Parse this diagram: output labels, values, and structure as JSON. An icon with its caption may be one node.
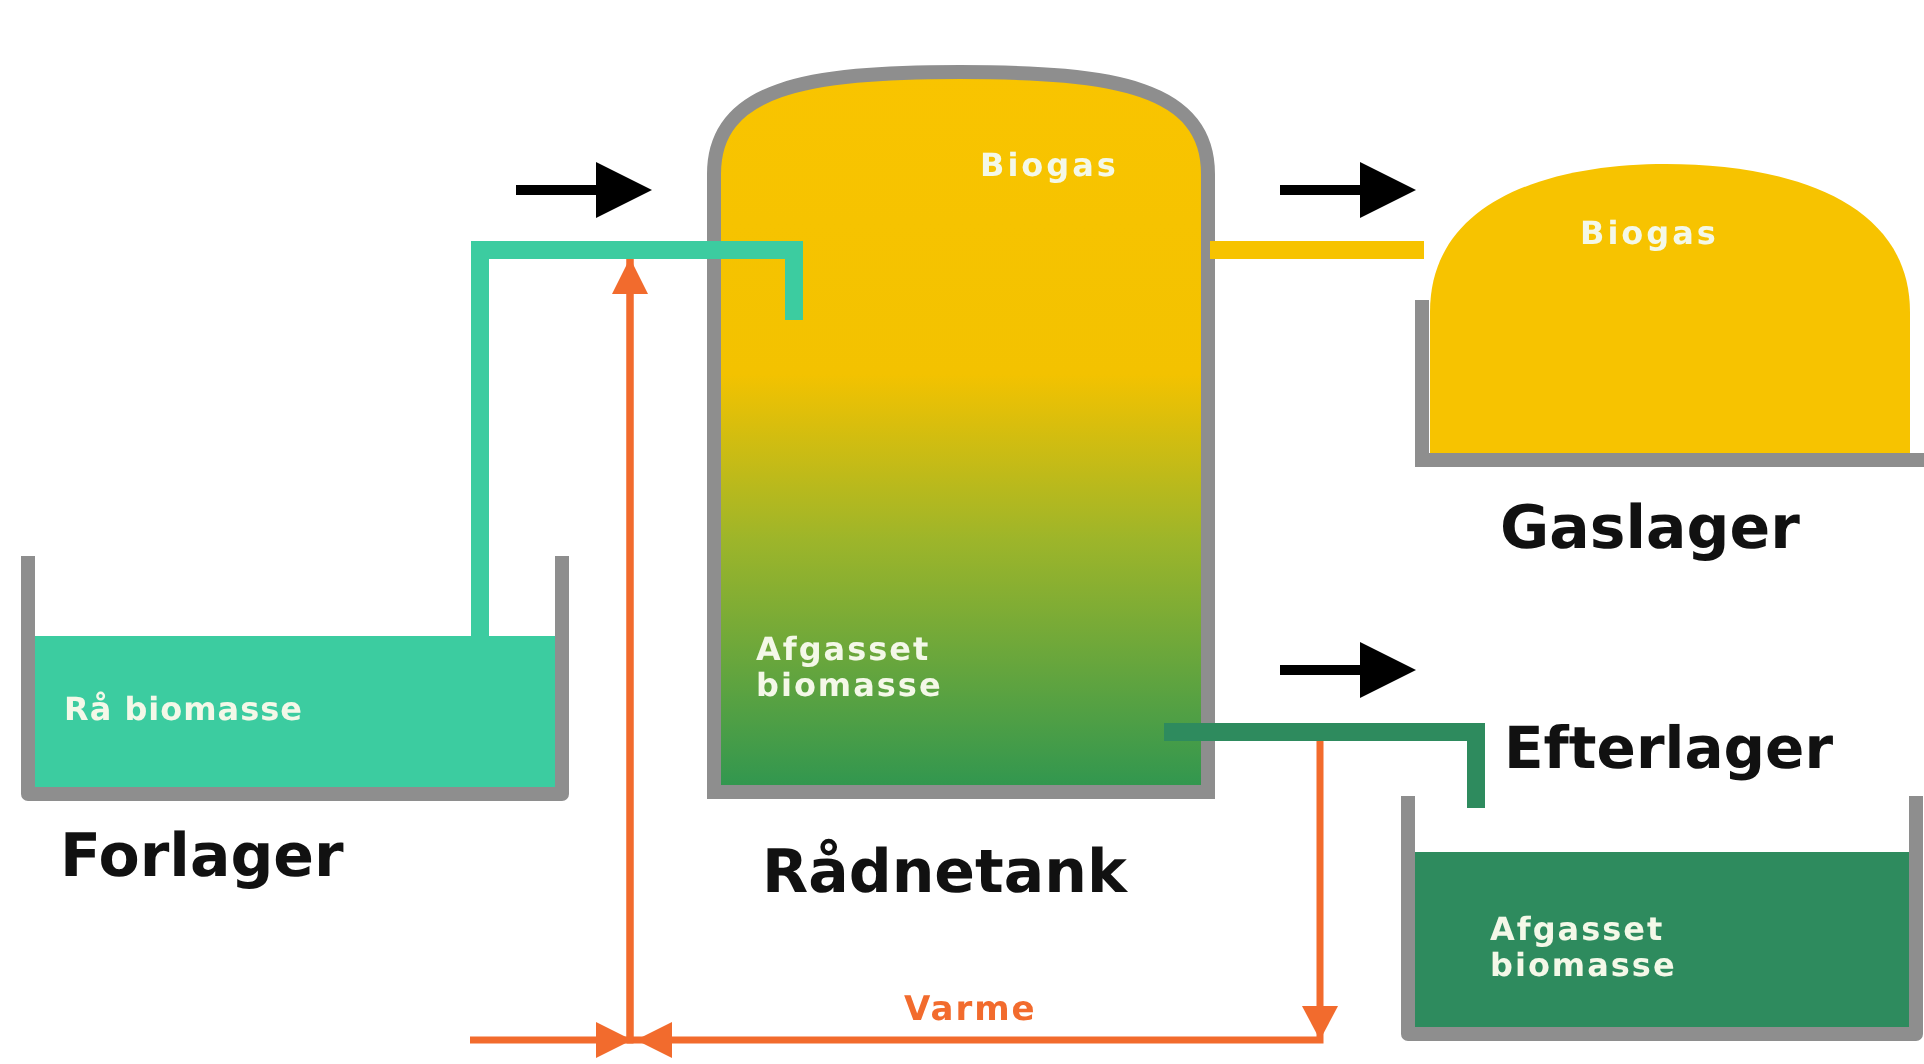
{
  "diagram": {
    "nodes": [
      {
        "text": [
          "Rå biomasse",
          "Forlager"
        ]
      },
      {
        "text": [
          "Biogas",
          "Afgasset biomasse",
          "Rådnetank"
        ]
      },
      {
        "text": [
          "Biogas",
          "Gaslager"
        ]
      },
      {
        "text": [
          "Efterlager",
          "Afgasset biomasse"
        ]
      }
    ],
    "edges": [
      {
        "from": 0,
        "to": 1,
        "arrow": "none",
        "color": "#3ccca0"
      },
      {
        "from": 1,
        "to": 2,
        "arrow": "none",
        "color": "#f7c300"
      },
      {
        "from": 1,
        "to": 3,
        "arrow": "none",
        "color": "#2e8b5e"
      },
      {
        "from": 1,
        "to": 1,
        "arrow": "to",
        "label": "Varme",
        "color": "#f26b2d"
      },
      {
        "from": null,
        "to": 1,
        "arrow": "to",
        "color": "#f26b2d"
      }
    ]
  }
}
